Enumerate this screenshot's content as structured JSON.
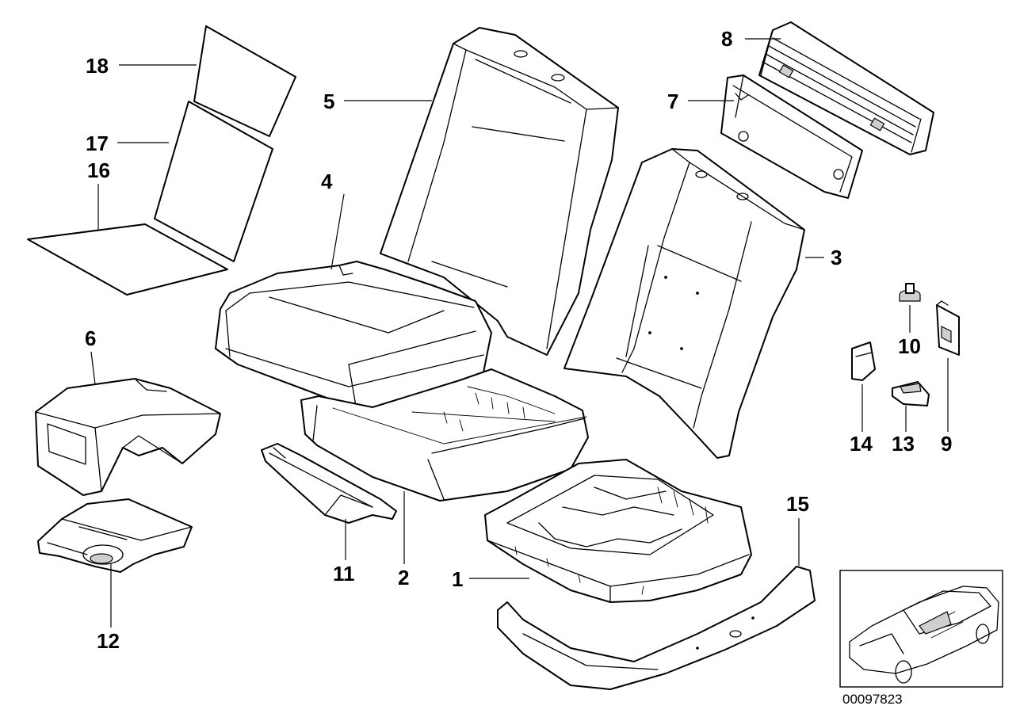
{
  "callouts": {
    "c1": "1",
    "c2": "2",
    "c3": "3",
    "c4": "4",
    "c5": "5",
    "c6": "6",
    "c7": "7",
    "c8": "8",
    "c9": "9",
    "c10": "10",
    "c11": "11",
    "c12": "12",
    "c13": "13",
    "c14": "14",
    "c15": "15",
    "c16": "16",
    "c17": "17",
    "c18": "18"
  },
  "reference_number": "00097823",
  "colors": {
    "line": "#000000",
    "background": "#ffffff"
  }
}
